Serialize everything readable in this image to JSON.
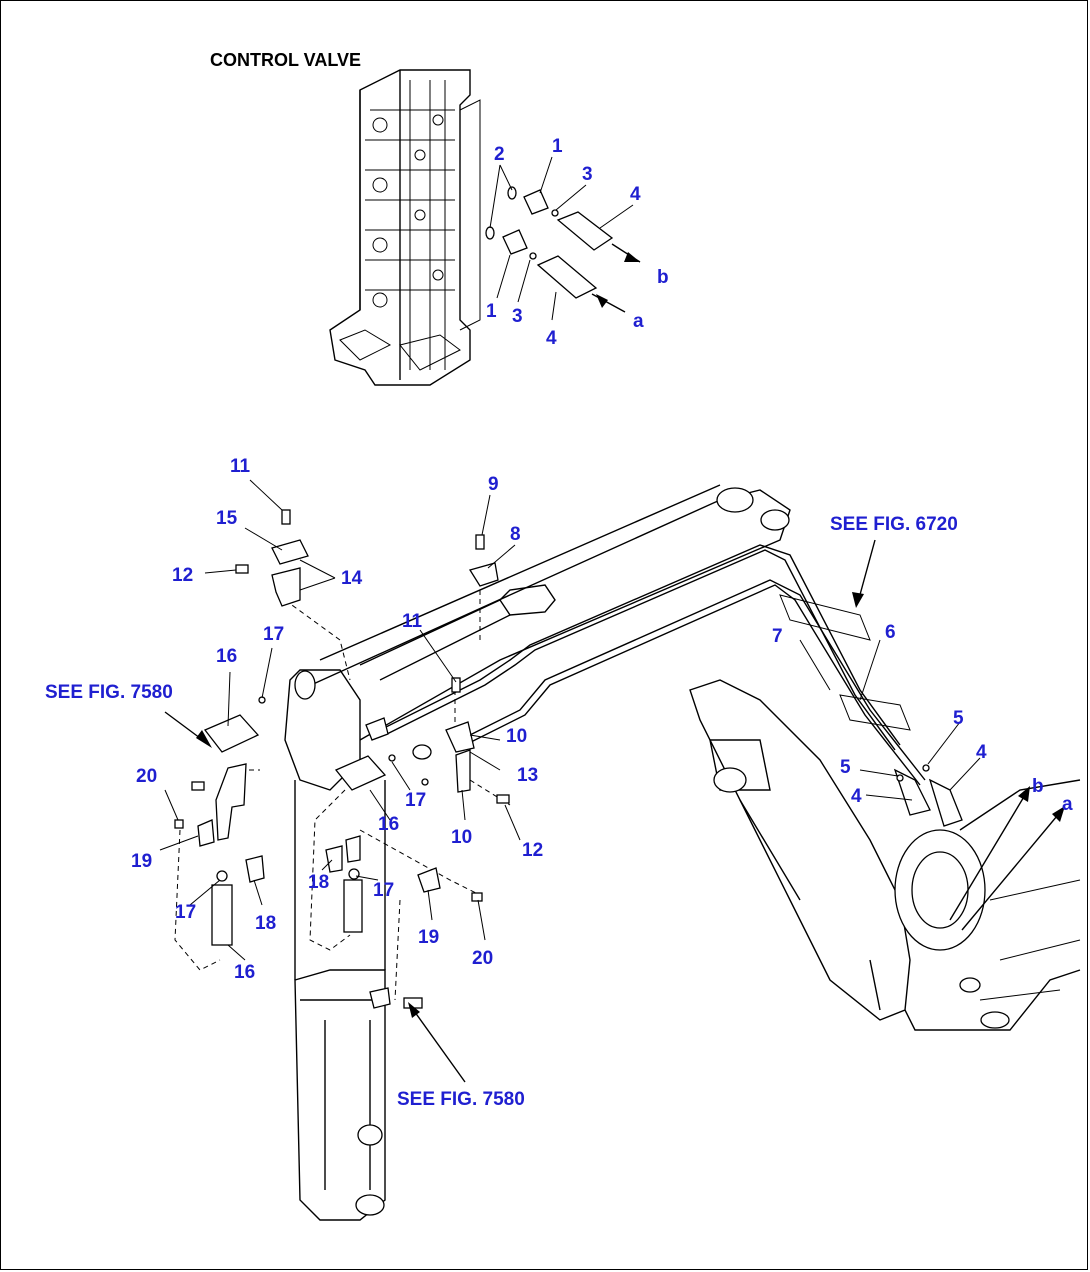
{
  "title": "CONTROL VALVE",
  "references": {
    "fig6720": "SEE FIG. 6720",
    "fig7580_left": "SEE FIG. 7580",
    "fig7580_bottom": "SEE FIG. 7580"
  },
  "ports": {
    "a_top": "a",
    "b_top": "b",
    "a_right": "a",
    "b_right": "b"
  },
  "callouts": {
    "c1a": "1",
    "c1b": "1",
    "c2": "2",
    "c3a": "3",
    "c3b": "3",
    "c4a": "4",
    "c4b": "4",
    "c11a": "11",
    "c15": "15",
    "c12a": "12",
    "c14": "14",
    "c9": "9",
    "c8": "8",
    "c11b": "11",
    "c17a": "17",
    "c16a": "16",
    "c10a": "10",
    "c13": "13",
    "c10b": "10",
    "c12b": "12",
    "c17b": "17",
    "c16b": "16",
    "c20a": "20",
    "c19a": "19",
    "c17c": "17",
    "c18a": "18",
    "c16c": "16",
    "c18b": "18",
    "c17d": "17",
    "c19b": "19",
    "c20b": "20",
    "c7": "7",
    "c6": "6",
    "c5a": "5",
    "c5b": "5",
    "c4c": "4",
    "c4d": "4"
  }
}
